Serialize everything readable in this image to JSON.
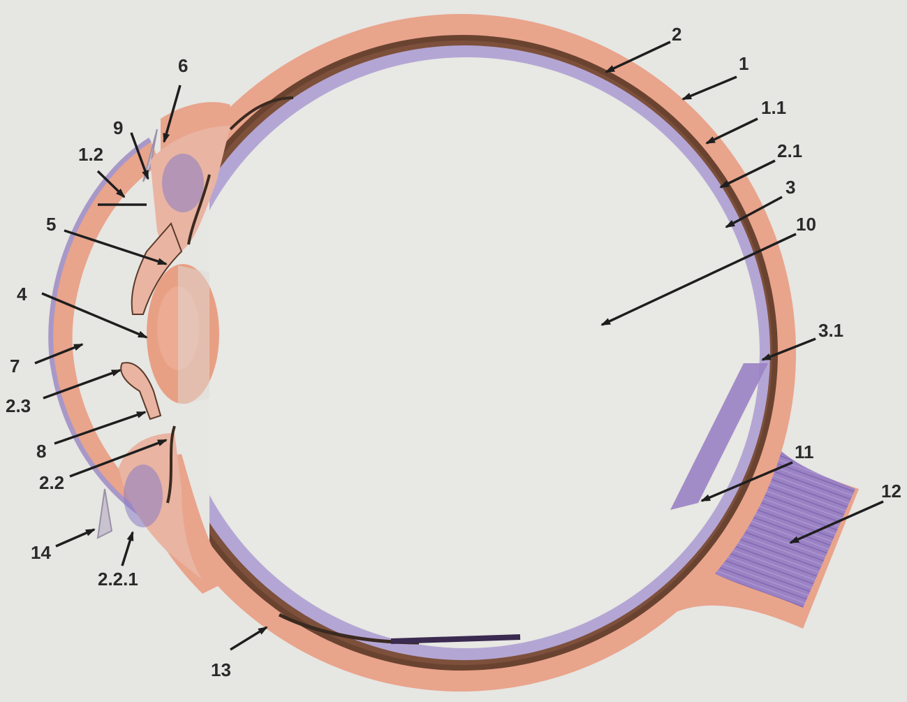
{
  "diagram": {
    "callouts": [
      {
        "id": "1",
        "text": "1"
      },
      {
        "id": "2",
        "text": "2"
      },
      {
        "id": "1.1",
        "text": "1.1"
      },
      {
        "id": "2.1",
        "text": "2.1"
      },
      {
        "id": "3",
        "text": "3"
      },
      {
        "id": "10",
        "text": "10"
      },
      {
        "id": "3.1",
        "text": "3.1"
      },
      {
        "id": "11",
        "text": "11"
      },
      {
        "id": "12",
        "text": "12"
      },
      {
        "id": "13",
        "text": "13"
      },
      {
        "id": "6",
        "text": "6"
      },
      {
        "id": "9",
        "text": "9"
      },
      {
        "id": "1.2",
        "text": "1.2"
      },
      {
        "id": "5",
        "text": "5"
      },
      {
        "id": "4",
        "text": "4"
      },
      {
        "id": "7",
        "text": "7"
      },
      {
        "id": "2.3",
        "text": "2.3"
      },
      {
        "id": "8",
        "text": "8"
      },
      {
        "id": "2.2",
        "text": "2.2"
      },
      {
        "id": "14",
        "text": "14"
      },
      {
        "id": "2.2.1",
        "text": "2.2.1"
      }
    ],
    "colors": {
      "background": "#e6e6e2",
      "sclera": "#e9a48c",
      "choroid": "#5b3a2a",
      "retina": "#b4a6d4",
      "lens": "#e8a085",
      "nerve": "#9a82c4",
      "vitreous": "#e8e8e4",
      "label": "#2a2a2a"
    }
  }
}
